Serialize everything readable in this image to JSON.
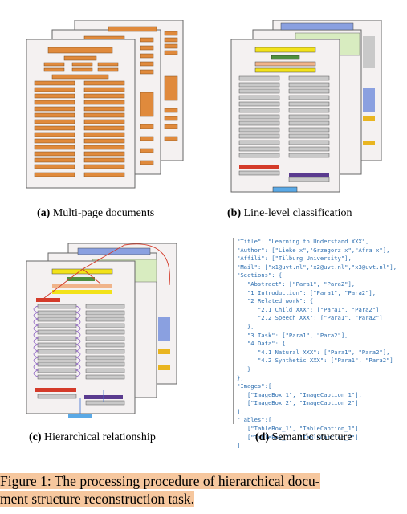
{
  "captions": {
    "a": {
      "label": "(a)",
      "text": "Multi-page documents"
    },
    "b": {
      "label": "(b)",
      "text": "Line-level classification"
    },
    "c": {
      "label": "(c)",
      "text": "Hierarchical relationship"
    },
    "d": {
      "label": "(d)",
      "text": "Semantic stucture"
    }
  },
  "figure_caption": {
    "line1": "Figure 1: The processing procedure of hierarchical docu-",
    "line2": "ment structure reconstruction task."
  },
  "json_lines": [
    "\"Title\": \"Learning to Understand XXX\",",
    "\"Author\": [\"Lieke x\",\"Grzegorz x\",\"Afra x\"],",
    "\"Affili\": [\"Tilburg University\"],",
    "\"Mail\": [\"x1@uvt.nl\",\"x2@uvt.nl\",\"x3@uvt.nl\"],",
    "\"Sections\": {",
    "   \"Abstract\": [\"Para1\", \"Para2\"],",
    "   \"1 Introduction\": [\"Para1\", \"Para2\"],",
    "   \"2 Related work\": {",
    "      \"2.1 Child XXX\": [\"Para1\", \"Para2\"],",
    "      \"2.2 Speech XXX\": [\"Para1\", \"Para2\"]",
    "   },",
    "   \"3 Task\": [\"Para1\", \"Para2\"],",
    "   \"4 Data\": {",
    "      \"4.1 Natural XXX\": [\"Para1\", \"Para2\"],",
    "      \"4.2 Synthetic XXX\": [\"Para1\", \"Para2\"]",
    "   }",
    "},",
    "\"Images\":[",
    "   [\"ImageBox_1\", \"ImageCaption_1\"],",
    "   [\"ImageBox_2\", \"ImageCaption_2\"]",
    "],",
    "\"Tables\":[",
    "   [\"TableBox_1\", \"TableCaption_1\"],",
    "   [\"TableBox_2\", \"TableCaption_2\"]",
    "]"
  ],
  "colors": {
    "orange": "#e08a3c",
    "gray": "#c9c9c9",
    "red": "#d43b2a",
    "yellow": "#f2e21a",
    "green": "#4f8f3f",
    "lightgreen": "#d8ecc0",
    "blue": "#5aa9e6",
    "purple": "#5a3b8f",
    "peach": "#f0b48a"
  }
}
